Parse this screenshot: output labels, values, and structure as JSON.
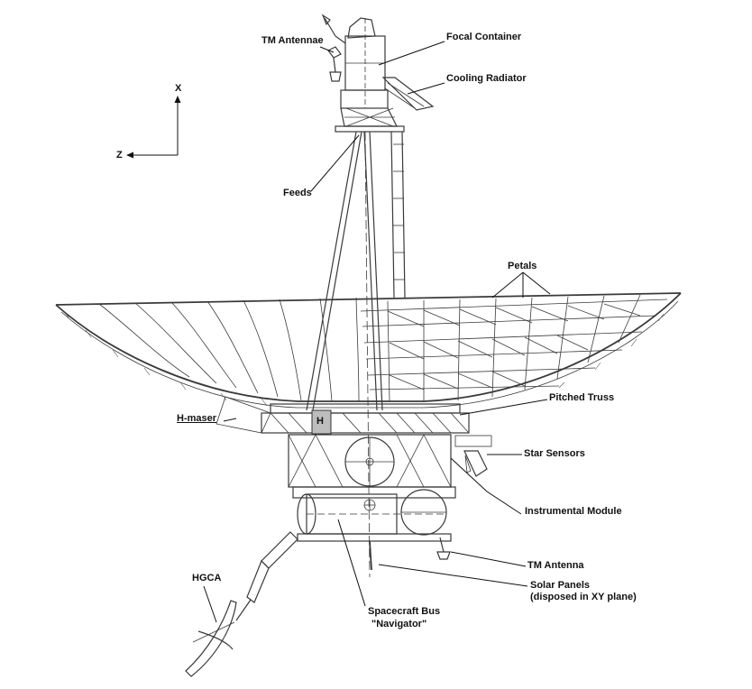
{
  "axes": {
    "x_label": "X",
    "z_label": "Z"
  },
  "labels": {
    "tm_antennae": "TM Antennae",
    "focal_container": "Focal Container",
    "cooling_radiator": "Cooling Radiator",
    "feeds": "Feeds",
    "petals": "Petals",
    "pitched_truss": "Pitched Truss",
    "h_maser": "H-maser",
    "h_box": "H",
    "star_sensors": "Star Sensors",
    "instrumental_module": "Instrumental Module",
    "tm_antenna": "TM Antenna",
    "solar_panels_line1": "Solar Panels",
    "solar_panels_line2": "(disposed in XY plane)",
    "hgca": "HGCA",
    "spacecraft_bus_line1": "Spacecraft Bus",
    "spacecraft_bus_line2": "\"Navigator\""
  },
  "colors": {
    "line": "#3a3a3a",
    "leader": "#111111",
    "h_box_fill": "#bdbdbd"
  }
}
